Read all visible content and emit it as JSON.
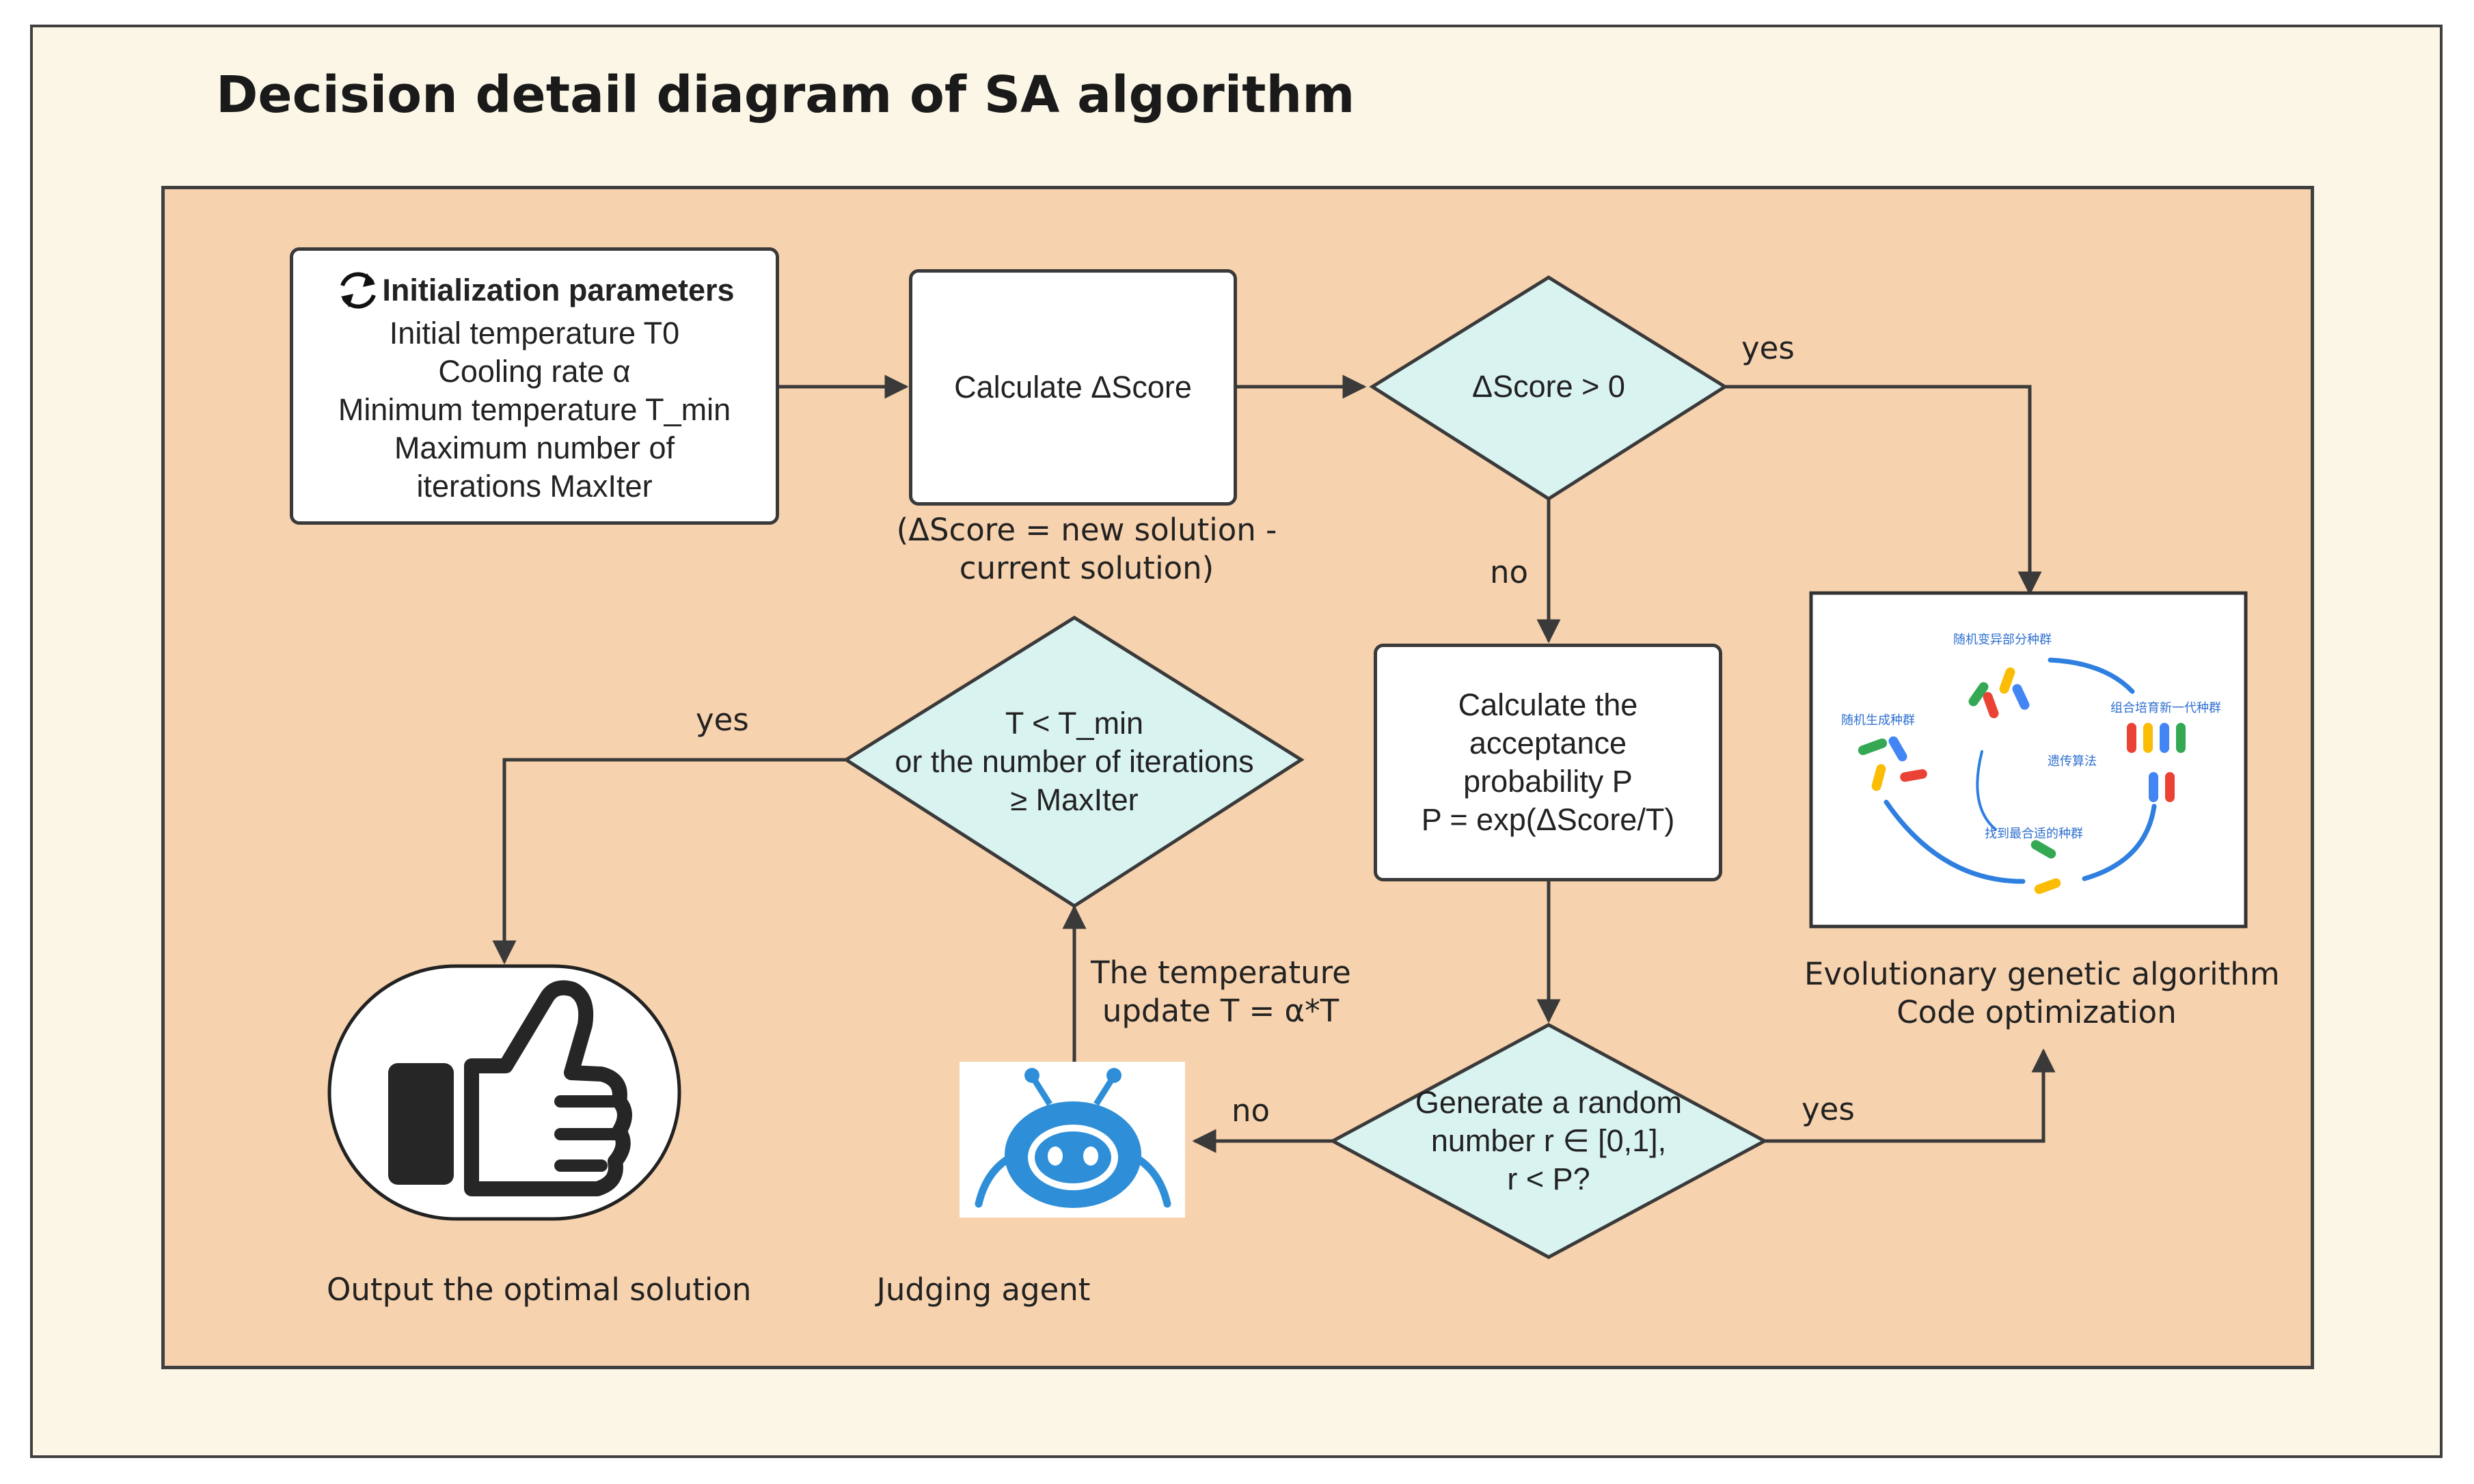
{
  "title": "Decision detail diagram of SA algorithm",
  "colors": {
    "panel": "#f7d2ae",
    "background": "#fcf6e6",
    "diamond": "#d9f3f0",
    "stroke": "#3a3a3a",
    "agent_blue": "#2e8fd8"
  },
  "init_box": {
    "icon": "refresh-icon",
    "heading": "Initialization parameters",
    "lines": [
      "Initial temperature T0",
      "Cooling rate α",
      "Minimum temperature T_min",
      "Maximum number of",
      "iterations MaxIter"
    ]
  },
  "calc_score": {
    "label": "Calculate ΔScore",
    "note_line1": "(ΔScore = new solution -",
    "note_line2": "current solution)"
  },
  "decision_score": {
    "label": "ΔScore > 0",
    "yes": "yes",
    "no": "no"
  },
  "calc_prob": {
    "lines": [
      "Calculate the",
      "acceptance",
      "probability P",
      "P = exp(ΔScore/T)"
    ]
  },
  "decision_random": {
    "lines": [
      "Generate a random",
      "number r ∈ [0,1],",
      "r < P?"
    ],
    "yes": "yes",
    "no": "no"
  },
  "decision_stop": {
    "lines": [
      "T < T_min",
      "or the number of iterations",
      "≥ MaxIter"
    ],
    "yes": "yes"
  },
  "temp_update": {
    "line1": "The temperature",
    "line2": "update T = α*T"
  },
  "agent": {
    "icon": "robot-icon",
    "label": "Judging agent"
  },
  "output": {
    "icon": "thumbs-up-icon",
    "label": "Output the optimal solution"
  },
  "genetic": {
    "line1": "Evolutionary genetic algorithm",
    "line2": "Code optimization",
    "inner_labels": {
      "top": "随机变异部分种群",
      "left": "随机生成种群",
      "right": "组合培育新一代种群",
      "center": "遗传算法",
      "bottom": "找到最合适的种群"
    }
  }
}
